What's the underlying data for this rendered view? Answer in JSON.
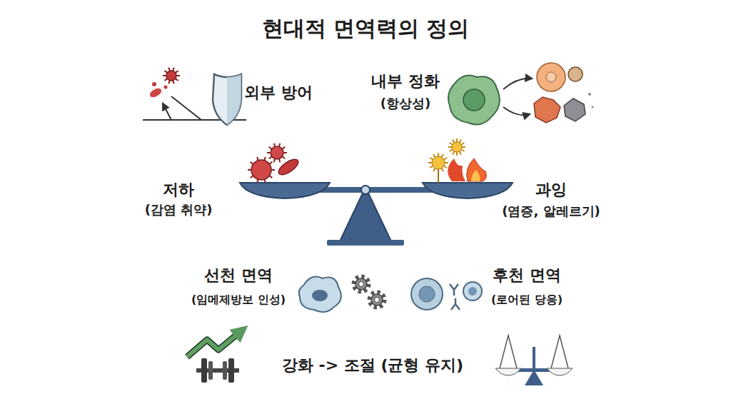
{
  "diagram": {
    "title": "현대적 면역력의 정의",
    "labels": [
      "외부 방어",
      "내부 정화",
      "(항상성)",
      "저하",
      "(감염 취약)",
      "과잉",
      "(염증, 알레르기)",
      "선천 면역",
      "(임메제방보 인성)",
      "후천 면역",
      "(로어된 당응)",
      "강화 -> 조절 (균형 유지)"
    ]
  }
}
